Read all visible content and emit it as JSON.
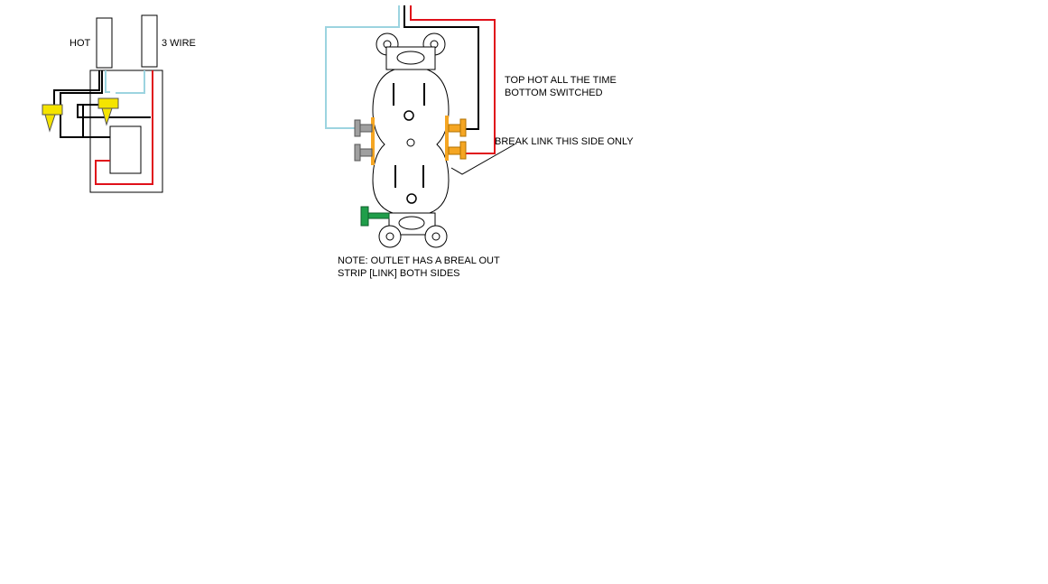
{
  "labels": {
    "hot": "HOT",
    "three_wire": "3 WIRE",
    "top_note_line1": "TOP HOT ALL THE TIME",
    "top_note_line2": "BOTTOM SWITCHED",
    "break_link": "BREAK LINK THIS SIDE ONLY",
    "note_line1": "NOTE: OUTLET HAS A BREAL OUT",
    "note_line2": "STRIP [LINK] BOTH SIDES"
  },
  "colors": {
    "black_wire": "#000000",
    "red_wire": "#e0101a",
    "light_blue_wire": "#9cd4e0",
    "wire_nut": "#f5e400",
    "screw_brass": "#f5a623",
    "screw_silver": "#a0a0a0",
    "ground_screw": "#1f9e4a"
  }
}
